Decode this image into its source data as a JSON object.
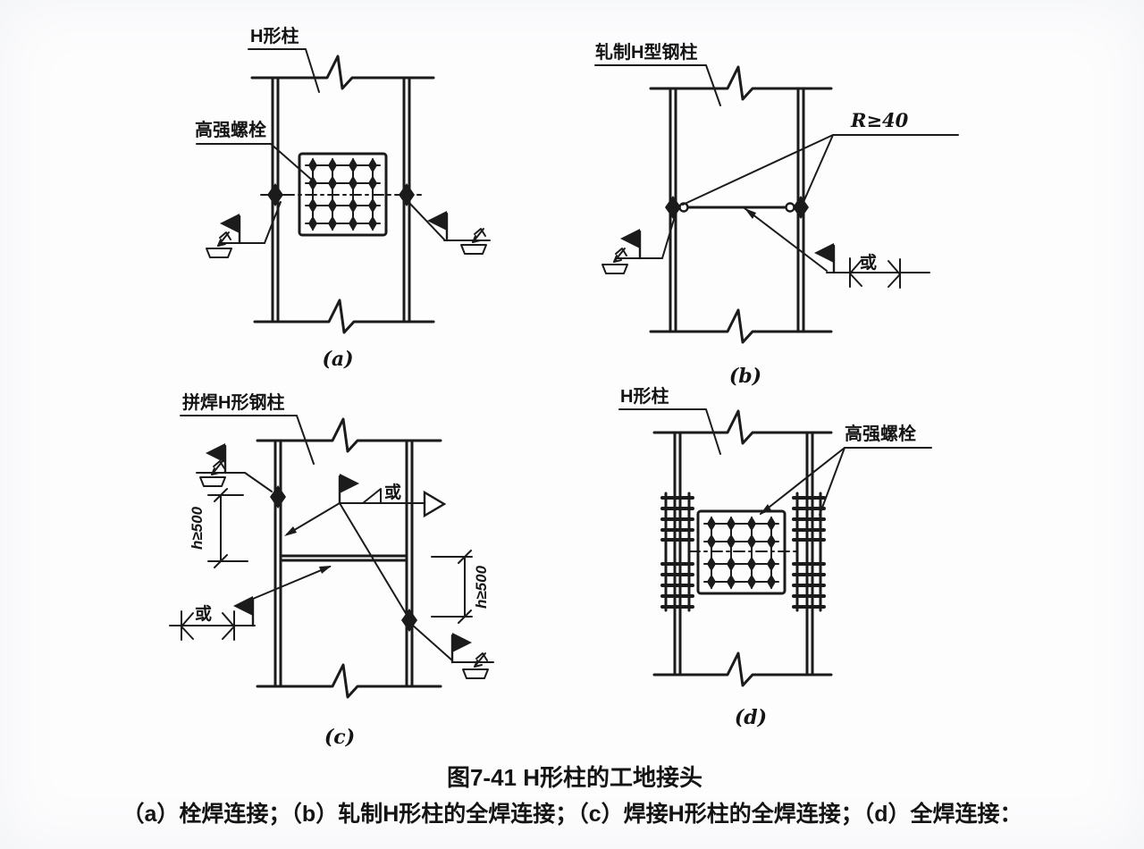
{
  "figure": {
    "caption": {
      "title": "图7-41  H形柱的工地接头",
      "subtitle": "（a）栓焊连接；（b）轧制H形柱的全焊连接；（c）焊接H形柱的全焊连接；（d）全焊连接："
    },
    "panels": {
      "a": {
        "tag": "(a)",
        "labels": {
          "column": "H形柱",
          "bolts": "高强螺栓"
        }
      },
      "b": {
        "tag": "(b)",
        "labels": {
          "column": "轧制H型钢柱",
          "radius": "R≥40",
          "or": "或"
        }
      },
      "c": {
        "tag": "(c)",
        "labels": {
          "column": "拼焊H形钢柱",
          "dim_left": "h≥500",
          "dim_right": "h≥500",
          "or_middle": "或",
          "or_bottom": "或"
        }
      },
      "d": {
        "tag": "(d)",
        "labels": {
          "column": "H形柱",
          "bolts": "高强螺栓"
        }
      }
    }
  }
}
